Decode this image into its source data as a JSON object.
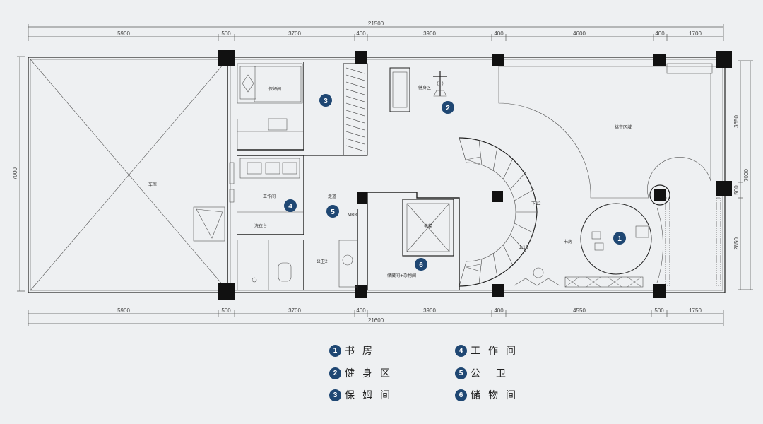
{
  "dimensions": {
    "top_total": "21500",
    "top_segments": [
      "5900",
      "500",
      "3700",
      "400",
      "3900",
      "400",
      "4600",
      "400",
      "1700"
    ],
    "bottom_segments": [
      "5900",
      "500",
      "3700",
      "400",
      "3900",
      "400",
      "4550",
      "500",
      "1750"
    ],
    "bottom_total": "21600",
    "left_height": "7000",
    "right_segments": [
      "3650",
      "500",
      "2850"
    ],
    "right_total": "7000"
  },
  "room_labels": {
    "garage": "车库",
    "maid_room": "保姆间",
    "gym": "健身区",
    "void": "挑空区域",
    "work_room": "工作间",
    "laundry": "洗衣台",
    "corridor": "走道",
    "mbr": "MBR",
    "bath2": "公卫2",
    "elevator": "电梯",
    "storage": "储藏间+杂物间",
    "down": "下12",
    "up": "上15",
    "study": "书房"
  },
  "badges": [
    "1",
    "2",
    "3",
    "4",
    "5",
    "6"
  ],
  "legend": [
    {
      "num": "1",
      "text": "书房"
    },
    {
      "num": "2",
      "text": "健身区"
    },
    {
      "num": "3",
      "text": "保姆间"
    },
    {
      "num": "4",
      "text": "工作间"
    },
    {
      "num": "5",
      "text": "公卫"
    },
    {
      "num": "6",
      "text": "储物间"
    }
  ],
  "colors": {
    "badge": "#1f4773",
    "background": "#eef0f2",
    "wall": "#222222"
  }
}
